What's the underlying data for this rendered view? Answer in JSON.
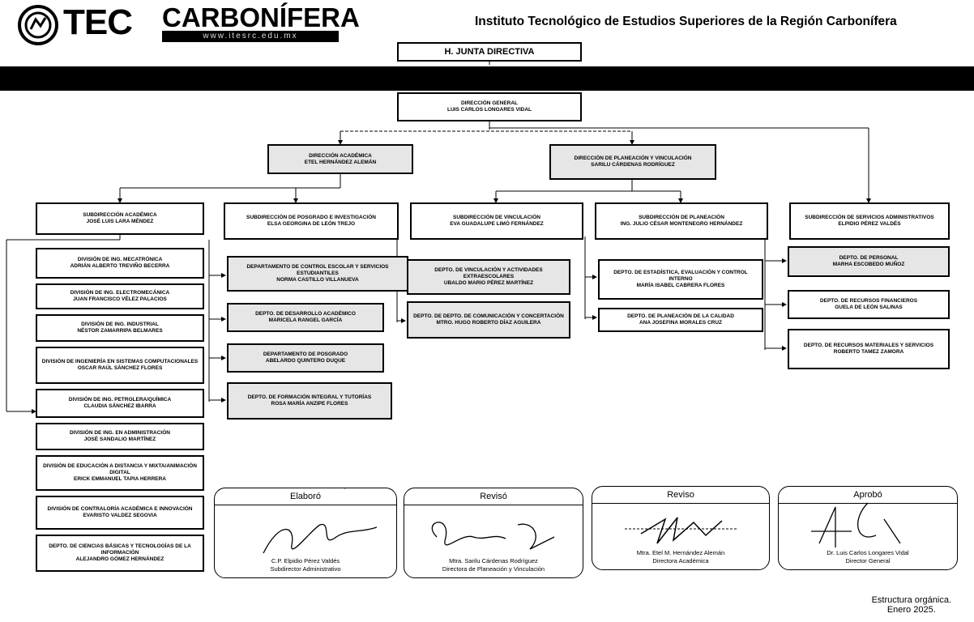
{
  "header": {
    "logo_tec": "TEC",
    "logo_carbonifera": "CARBONÍFERA",
    "logo_url": "www.itesrc.edu.mx",
    "institute": "Instituto Tecnológico de Estudios Superiores de la Región Carbonífera"
  },
  "chart": {
    "junta": "H. JUNTA DIRECTIVA",
    "direccion_general": {
      "title": "DIRECCIÓN GENERAL",
      "name": "LUIS CARLOS LONGARES VIDAL"
    },
    "dir_academica": {
      "title": "DIRECCIÓN ACADÉMICA",
      "name": "ETEL HERNÁNDEZ ALEMÁN"
    },
    "dir_planeacion": {
      "title": "DIRECCIÓN DE PLANEACIÓN Y VINCULACIÓN",
      "name": "SARILU CÁRDENAS RODRÍGUEZ"
    },
    "sub_academica": {
      "title": "SUBDIRECCIÓN ACADÉMICA",
      "name": "JOSÉ LUIS LARA MÉNDEZ"
    },
    "sub_posgrado": {
      "title": "SUBDIRECCIÓN DE POSGRADO E INVESTIGACIÓN",
      "name": "ELSA GEORGINA DE LEÓN TREJO"
    },
    "sub_vinculacion": {
      "title": "SUBDIRECCIÓN DE VINCULACIÓN",
      "name": "EVA GUADALUPE LIMÓ FERNÁNDEZ"
    },
    "sub_planeacion": {
      "title": "SUBDIRECCIÓN DE PLANEACIÓN",
      "name": "ING. JULIO CÉSAR MONTENEGRO HERNÁNDEZ"
    },
    "sub_servicios": {
      "title": "SUBDIRECCIÓN DE SERVICIOS ADMINISTRATIVOS",
      "name": "ELPIDIO PÉREZ VALDÉS"
    },
    "divisiones": [
      {
        "title": "DIVISIÓN DE ING. MECATRÓNICA",
        "name": "ADRIÁN ALBERTO TREVIÑO BECERRA"
      },
      {
        "title": "DIVISIÓN DE ING. ELECTROMECÁNICA",
        "name": "JUAN FRANCISCO VÉLEZ PALACIOS"
      },
      {
        "title": "DIVISIÓN DE ING. INDUSTRIAL",
        "name": "NÉSTOR ZAMARRIPA BELMARES"
      },
      {
        "title": "DIVISIÓN DE INGENIERÍA EN SISTEMAS COMPUTACIONALES",
        "name": "OSCAR RAÚL SÁNCHEZ FLORES"
      },
      {
        "title": "DIVISIÓN DE ING. PETROLERA/QUÍMICA",
        "name": "CLAUDIA SÁNCHEZ IBARRA"
      },
      {
        "title": "DIVISIÓN DE ING. EN ADMINISTRACIÓN",
        "name": "JOSÉ SANDALIO MARTÍNEZ"
      },
      {
        "title": "DIVISIÓN DE EDUCACIÓN A DISTANCIA Y MIXTA/ANIMACIÓN DIGITAL",
        "name": "ERICK EMMANUEL TAPIA HERRERA"
      },
      {
        "title": "DIVISIÓN DE CONTRALORÍA ACADÉMICA E INNOVACIÓN",
        "name": "EVARISTO VALDEZ SEGOVIA"
      },
      {
        "title": "DEPTO. DE CIENCIAS BÁSICAS Y TECNOLOGÍAS DE LA INFORMACIÓN",
        "name": "ALEJANDRO GÓMEZ HERNÁNDEZ"
      }
    ],
    "posgrado_deptos": [
      {
        "title": "DEPARTAMENTO DE CONTROL ESCOLAR Y SERVICIOS ESTUDIANTILES",
        "name": "NORMA CASTILLO VILLANUEVA"
      },
      {
        "title": "DEPTO. DE DESARROLLO ACADÉMICO",
        "name": "MARICELA RANGEL GARCÍA"
      },
      {
        "title": "DEPARTAMENTO DE POSGRADO",
        "name": "ABELARDO QUINTERO DUQUE"
      },
      {
        "title": "DEPTO. DE FORMACIÓN INTEGRAL Y TUTORÍAS",
        "name": "ROSA MARÍA ANZIPE FLORES"
      }
    ],
    "vinculacion_deptos": [
      {
        "title": "DEPTO. DE VINCULACIÓN Y ACTIVIDADES EXTRAESCOLARES",
        "name": "UBALDO MARIO PÉREZ MARTÍNEZ"
      },
      {
        "title": "DEPTO. DE DEPTO. DE COMUNICACIÓN Y CONCERTACIÓN",
        "name": "MTRO. HUGO ROBERTO DÍAZ AGUILERA"
      }
    ],
    "planeacion_deptos": [
      {
        "title": "DEPTO. DE ESTADÍSTICA, EVALUACIÓN Y CONTROL INTERNO",
        "name": "MARÍA ISABEL CABRERA FLORES"
      },
      {
        "title": "DEPTO. DE PLANEACIÓN DE LA CALIDAD",
        "name": "ANA JOSEFINA MORALES CRUZ"
      }
    ],
    "servicios_deptos": [
      {
        "title": "DEPTO. DE PERSONAL",
        "name": "MARHA ESCOBEDO MUÑOZ"
      },
      {
        "title": "DEPTO. DE RECURSOS FINANCIEROS",
        "name": "GUELA DE LEÓN SALINAS"
      },
      {
        "title": "DEPTO. DE RECURSOS MATERIALES Y SERVICIOS",
        "name": "ROBERTO TAMEZ ZAMORA"
      }
    ]
  },
  "signatures": [
    {
      "label": "Elaboró",
      "name": "C.P. Elpidio Pérez Valdés",
      "role": "Subdirector Administrativo"
    },
    {
      "label": "Revisó",
      "name": "Mtra. Sarilu Cárdenas Rodríguez",
      "role": "Directora de Planeación y Vinculación"
    },
    {
      "label": "Reviso",
      "name": "Mtra. Etel M. Hernández Alemán",
      "role": "Directora Académica"
    },
    {
      "label": "Aprobó",
      "name": "Dr. Luis Carlos Longares Vidal",
      "role": "Director General"
    }
  ],
  "footer": {
    "line1": "Estructura orgánica.",
    "line2": "Enero 2025."
  }
}
